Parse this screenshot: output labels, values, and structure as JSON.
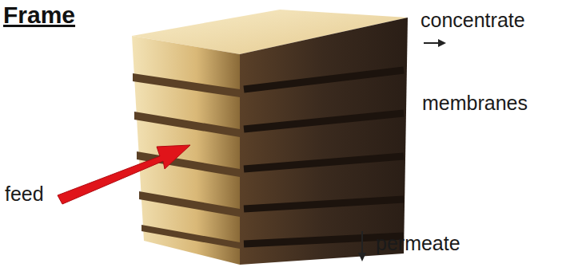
{
  "diagram": {
    "title": "Frame",
    "labels": [
      "concentrate",
      "membranes",
      "feed",
      "permeate"
    ]
  }
}
